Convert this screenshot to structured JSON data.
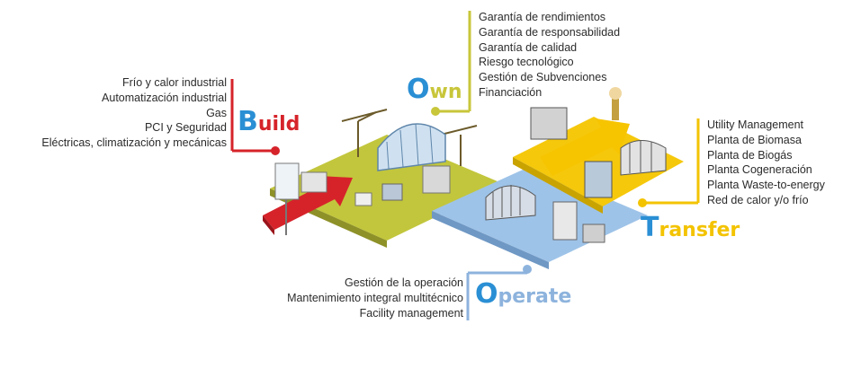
{
  "colors": {
    "build": "#d6232a",
    "build_b": "#2a8fd4",
    "own": "#c8c63a",
    "own_o": "#2a8fd4",
    "operate": "#8db3dd",
    "operate_o": "#2a8fd4",
    "transfer": "#f3c300",
    "transfer_t": "#2a8fd4",
    "text": "#2b2b2b"
  },
  "build": {
    "cap": "B",
    "rest": "uild",
    "items": [
      "Frío y calor industrial",
      "Automatización industrial",
      "Gas",
      "PCI y Seguridad",
      "Eléctricas, climatización y mecánicas"
    ]
  },
  "own": {
    "cap": "O",
    "rest": "wn",
    "items": [
      "Garantía de rendimientos",
      "Garantía de responsabilidad",
      "Garantía de calidad",
      "Riesgo tecnológico",
      "Gestión de Subvenciones",
      "Financiación"
    ]
  },
  "transfer": {
    "cap": "T",
    "rest": "ransfer",
    "items": [
      "Utility Management",
      "Planta de Biomasa",
      "Planta de Biogás",
      "Planta Cogeneración",
      "Planta Waste-to-energy",
      "Red de calor y/o frío"
    ]
  },
  "operate": {
    "cap": "O",
    "rest": "perate",
    "items": [
      "Gestión de la operación",
      "Mantenimiento integral multitécnico",
      "Facility management"
    ]
  },
  "icons": [
    "factory-illustration",
    "red-arrow-icon",
    "yellow-arrow-icon",
    "crane-icon",
    "greenhouse-icon",
    "turbine-icon",
    "silo-icon"
  ]
}
